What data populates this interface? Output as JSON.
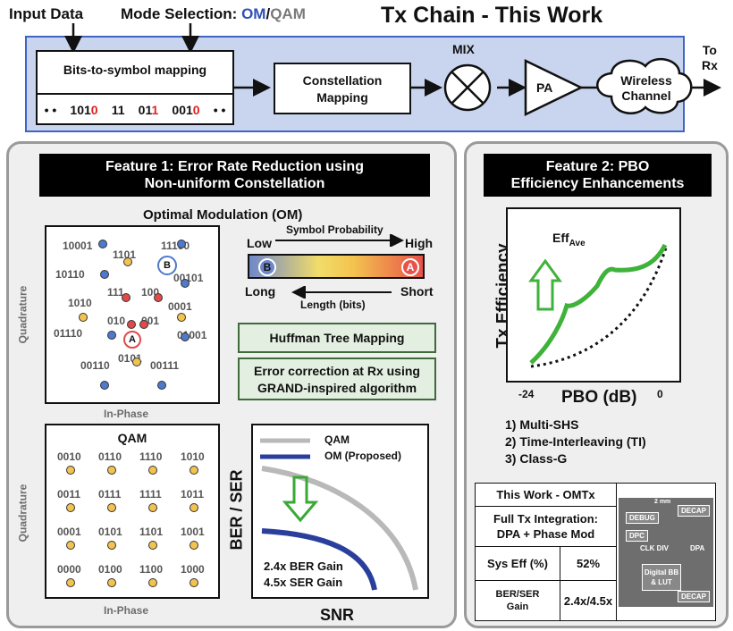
{
  "top": {
    "input_data": "Input Data",
    "mode_selection": "Mode Selection: ",
    "mode_om": "OM",
    "mode_sep": "/",
    "mode_qam": "QAM",
    "title": "Tx Chain - This Work",
    "bits_mapping": "Bits-to-symbol mapping",
    "bits_stream": [
      {
        "t": "• •",
        "red": false
      },
      {
        "t": "101",
        "red": false
      },
      {
        "t": "0",
        "red": true
      },
      {
        "t": "11",
        "red": false
      },
      {
        "t": "01",
        "red": false
      },
      {
        "t": "1",
        "red": true
      },
      {
        "t": "001",
        "red": false
      },
      {
        "t": "0",
        "red": true
      },
      {
        "t": "• •",
        "red": false
      }
    ],
    "constellation_mapping_1": "Constellation",
    "constellation_mapping_2": "Mapping",
    "mix": "MIX",
    "pa": "PA",
    "wireless_1": "Wireless",
    "wireless_2": "Channel",
    "to_rx_1": "To",
    "to_rx_2": "Rx"
  },
  "feature1": {
    "header_1": "Feature 1: Error Rate Reduction using",
    "header_2": "Non-uniform Constellation",
    "om_title": "Optimal Modulation (OM)",
    "quadrature": "Quadrature",
    "in_phase": "In-Phase",
    "om_points": [
      {
        "label": "10001",
        "color": "blue"
      },
      {
        "label": "1101",
        "color": "yel"
      },
      {
        "label": "11100",
        "color": "blue"
      },
      {
        "label": "10110",
        "color": "blue"
      },
      {
        "label": "00101",
        "color": "blue"
      },
      {
        "label": "111",
        "color": "red"
      },
      {
        "label": "100",
        "color": "red"
      },
      {
        "label": "1010",
        "color": "yel"
      },
      {
        "label": "0001",
        "color": "yel"
      },
      {
        "label": "010",
        "color": "red"
      },
      {
        "label": "001",
        "color": "red"
      },
      {
        "label": "01110",
        "color": "blue"
      },
      {
        "label": "01001",
        "color": "blue"
      },
      {
        "label": "0101",
        "color": "yel"
      },
      {
        "label": "00110",
        "color": "blue"
      },
      {
        "label": "00111",
        "color": "blue"
      }
    ],
    "marker_a": "A",
    "marker_b": "B",
    "symbol_probability": "Symbol Probability",
    "low": "Low",
    "high": "High",
    "long": "Long",
    "short": "Short",
    "length_bits": "Length (bits)",
    "huffman": "Huffman Tree Mapping",
    "error_corr_1": "Error correction at Rx using",
    "error_corr_2": "GRAND-inspired algorithm",
    "qam_title": "QAM",
    "qam_grid": [
      [
        "0010",
        "0110",
        "1110",
        "1010"
      ],
      [
        "0011",
        "0111",
        "1111",
        "1011"
      ],
      [
        "0001",
        "0101",
        "1101",
        "1001"
      ],
      [
        "0000",
        "0100",
        "1100",
        "1000"
      ]
    ],
    "ber_axis": "BER / SER",
    "snr_axis": "SNR",
    "legend_qam": "QAM",
    "legend_om": "OM (Proposed)",
    "ber_gain": "2.4x BER Gain",
    "ser_gain": "4.5x SER Gain",
    "colors": {
      "qam_curve": "#b9b9b9",
      "om_curve": "#2a3f9c",
      "arrow": "#3aa935"
    }
  },
  "feature2": {
    "header_1": "Feature 2: PBO",
    "header_2": "Efficiency Enhancements",
    "y_axis": "Tx Efficiency",
    "x_axis": "PBO (dB)",
    "tick_left": "-24",
    "tick_right": "0",
    "eff": "Eff",
    "eff_sub": "Ave",
    "list": [
      "1) Multi-SHS",
      "2) Time-Interleaving (TI)",
      "3) Class-G"
    ],
    "table_title": "This Work - OMTx",
    "row1_a": "Full Tx Integration:",
    "row1_b": "DPA + Phase Mod",
    "sys_eff_label": "Sys Eff (%)",
    "sys_eff_value": "52%",
    "ber_ser_label_1": "BER/SER",
    "ber_ser_label_2": "Gain",
    "ber_ser_value": "2.4x/4.5x",
    "die": {
      "top": "2 mm",
      "debug": "DEBUG",
      "decap": "DECAP",
      "dpc": "DPC",
      "clk": "CLK DIV",
      "dpa": "DPA",
      "digital_1": "Digital BB",
      "digital_2": "& LUT",
      "decap2": "DECAP"
    }
  }
}
